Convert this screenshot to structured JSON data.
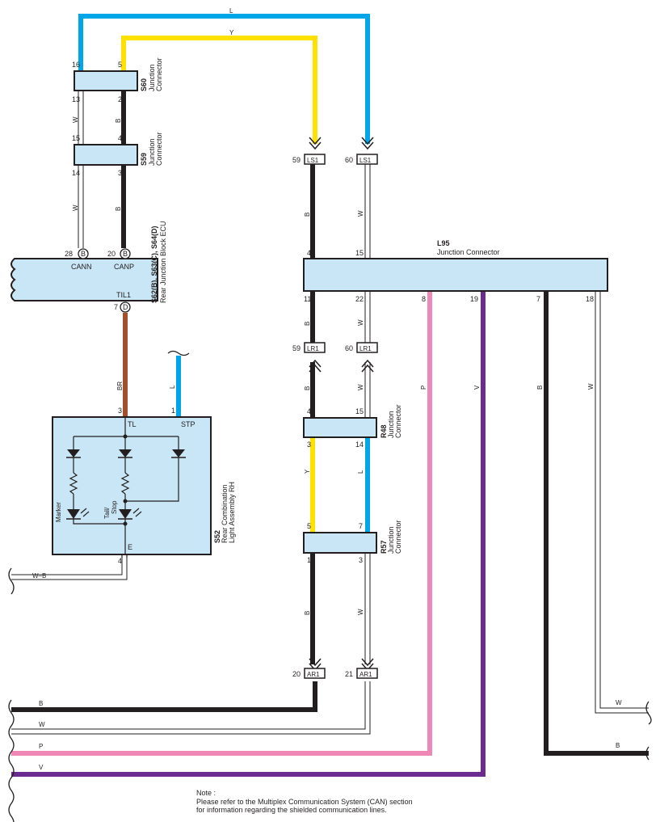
{
  "colors": {
    "L": "#00a6e8",
    "Y": "#ffe100",
    "B": "#231f20",
    "W": "#ffffff",
    "BR": "#a0522d",
    "P": "#f088b7",
    "V": "#6a2c8f",
    "box_fill": "#c8e6f5",
    "stroke": "#231f20"
  },
  "top": {
    "wire_L": "L",
    "wire_Y": "Y",
    "pin_16": "16",
    "pin_5": "5"
  },
  "s60": {
    "code": "S60",
    "name": "Junction",
    "name2": "Connector",
    "pin_13": "13",
    "pin_2": "2",
    "wire_W": "W",
    "wire_B": "B"
  },
  "s59": {
    "code": "S59",
    "name": "Junction",
    "name2": "Connector",
    "pin_15": "15",
    "pin_4": "4",
    "pin_14": "14",
    "pin_3": "3",
    "wire_W": "W",
    "wire_B": "B"
  },
  "ecu": {
    "code": "S62(B), S63(C), S64(D)",
    "name": "Rear Junction Block ECU",
    "pin_28": "28",
    "pin_20": "20",
    "pin_7": "7",
    "ctype_B1": "B",
    "ctype_B2": "B",
    "ctype_D": "D",
    "term_cann": "CANN",
    "term_canp": "CANP",
    "term_til1": "TIL1",
    "wire_BR": "BR",
    "wire_L": "L",
    "pin_3": "3",
    "pin_1": "1"
  },
  "s52": {
    "code": "S52",
    "name": "Rear Combination",
    "name2": "Light Assembly RH",
    "term_tl": "TL",
    "term_stp": "STP",
    "term_e": "E",
    "pin_4": "4",
    "marker": "Marker",
    "tail1": "Tail/",
    "tail2": "Stop",
    "wire_WB": "W–B"
  },
  "ls1": {
    "tag": "LS1",
    "pin_59": "59",
    "pin_60": "60",
    "wire_B": "B",
    "wire_W": "W"
  },
  "l95": {
    "code": "L95",
    "name": "Junction Connector",
    "pin_4": "4",
    "pin_15": "15",
    "pin_11": "11",
    "pin_22": "22",
    "pin_8": "8",
    "pin_19": "19",
    "pin_7": "7",
    "pin_18": "18",
    "wire_B": "B",
    "wire_W": "W",
    "wire_P": "P",
    "wire_V": "V",
    "wire_B2": "B",
    "wire_W2": "W"
  },
  "lr1": {
    "tag": "LR1",
    "pin_59": "59",
    "pin_60": "60",
    "wire_B": "B",
    "wire_W": "W"
  },
  "r48": {
    "code": "R48",
    "name": "Junction",
    "name2": "Connector",
    "pin_4": "4",
    "pin_15": "15",
    "pin_3": "3",
    "pin_14": "14",
    "wire_Y": "Y",
    "wire_L": "L"
  },
  "r57": {
    "code": "R57",
    "name": "Junction",
    "name2": "Connector",
    "pin_5": "5",
    "pin_7": "7",
    "pin_1": "1",
    "pin_3": "3",
    "wire_B": "B",
    "wire_W": "W"
  },
  "ar1": {
    "tag": "AR1",
    "pin_20": "20",
    "pin_21": "21"
  },
  "bottom": {
    "wire_B": "B",
    "wire_W": "W",
    "wire_P": "P",
    "wire_V": "V",
    "wire_W_right": "W",
    "wire_B_right": "B"
  },
  "note": {
    "title": "Note :",
    "line1": "Please refer to the Multiplex Communication System (CAN) section",
    "line2": "for information regarding the shielded communication lines."
  }
}
